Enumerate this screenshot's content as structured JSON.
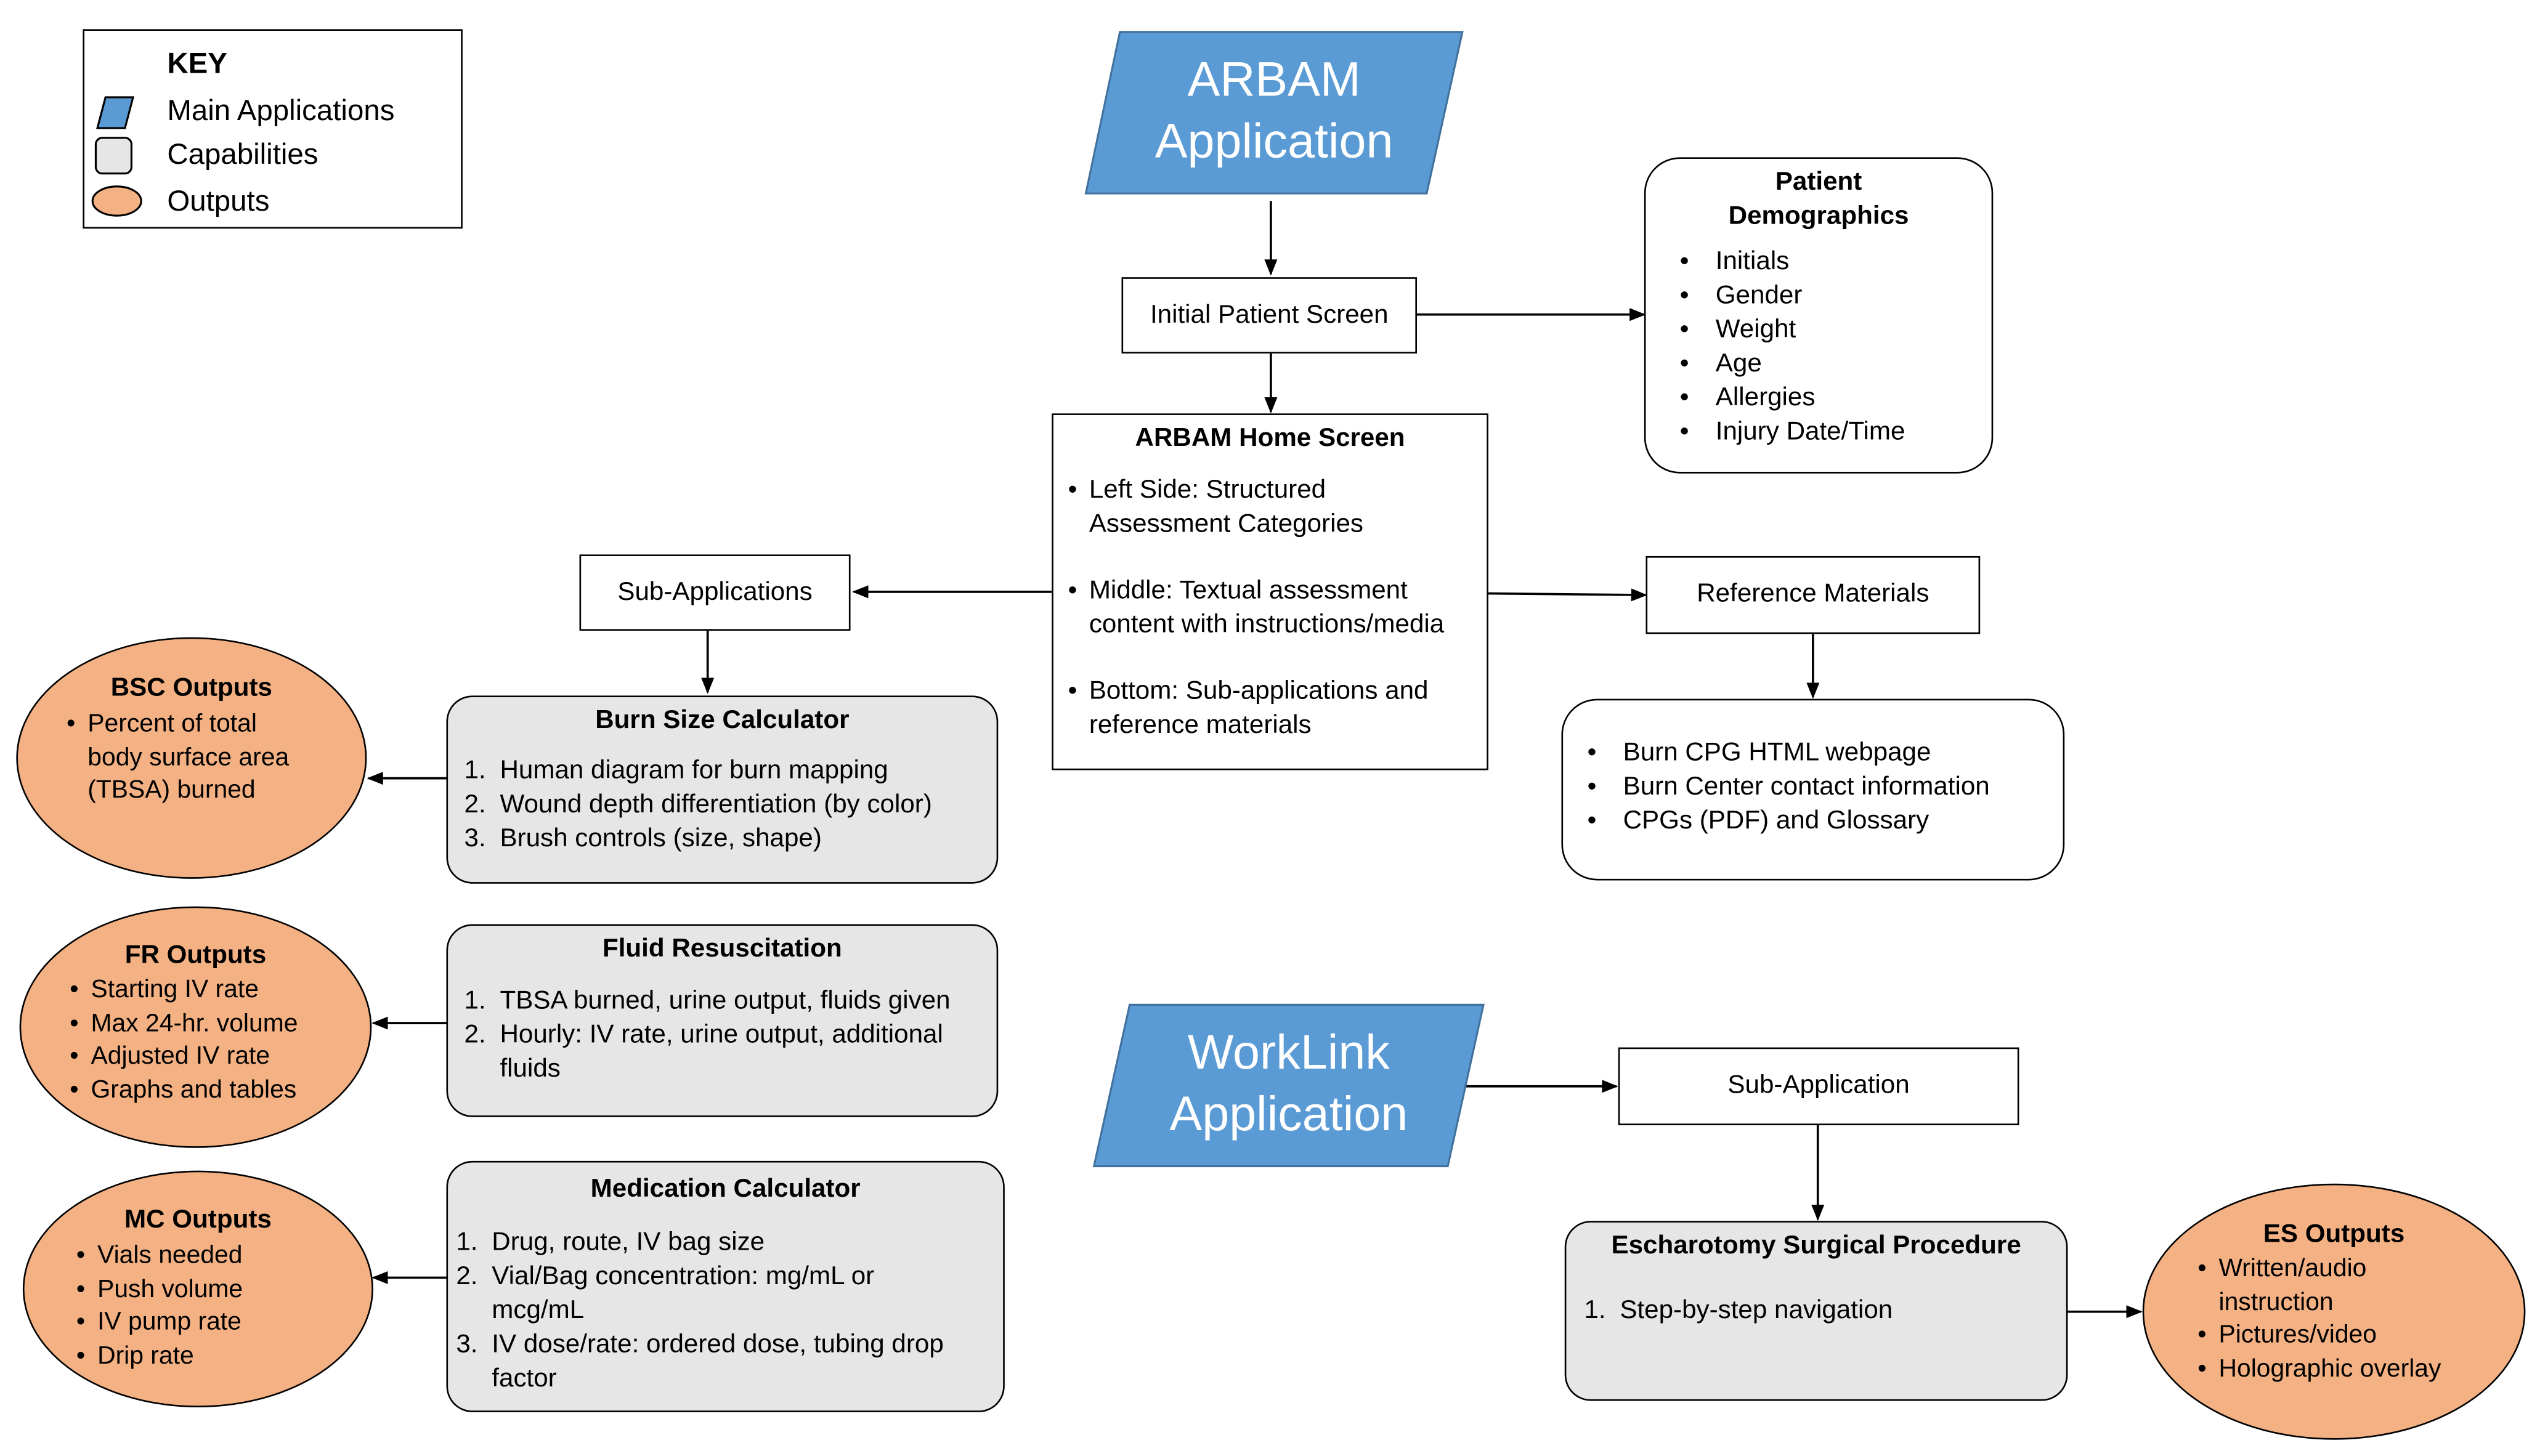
{
  "colors": {
    "main_app": "#5b9bd5",
    "capability": "#e7e6e6",
    "output": "#f4b183"
  },
  "key": {
    "title": "KEY",
    "items": [
      {
        "label": "Main Applications",
        "icon": "parallelogram-icon"
      },
      {
        "label": "Capabilities",
        "icon": "rounded-square-icon"
      },
      {
        "label": "Outputs",
        "icon": "ellipse-icon"
      }
    ]
  },
  "arbam_app": {
    "line1": "ARBAM",
    "line2": "Application"
  },
  "worklink_app": {
    "line1": "WorkLink",
    "line2": "Application"
  },
  "initial_screen": "Initial Patient Screen",
  "demographics": {
    "title": "Patient\nDemographics",
    "items": [
      "Initials",
      "Gender",
      "Weight",
      "Age",
      "Allergies",
      "Injury Date/Time"
    ]
  },
  "home_screen": {
    "title": "ARBAM Home Screen",
    "items": [
      "Left Side: Structured\nAssessment Categories",
      "Middle: Textual assessment\ncontent with instructions/media",
      "Bottom: Sub-applications and\nreference materials"
    ]
  },
  "sub_applications": "Sub-Applications",
  "reference_materials": {
    "title": "Reference Materials",
    "items": [
      "Burn CPG HTML webpage",
      "Burn Center contact information",
      "CPGs (PDF) and Glossary"
    ]
  },
  "burn_size": {
    "title": "Burn Size Calculator",
    "items": [
      "Human diagram for burn mapping",
      "Wound depth differentiation (by color)",
      "Brush controls (size, shape)"
    ]
  },
  "fluid": {
    "title": "Fluid Resuscitation",
    "items": [
      "TBSA burned, urine output, fluids given",
      "Hourly: IV rate, urine output, additional\nfluids"
    ]
  },
  "medication": {
    "title": "Medication Calculator",
    "items": [
      "Drug, route, IV bag size",
      "Vial/Bag concentration: mg/mL or\nmcg/mL",
      "IV dose/rate: ordered dose, tubing drop\nfactor"
    ]
  },
  "bsc_outputs": {
    "title": "BSC Outputs",
    "items": [
      "Percent of total\nbody surface area\n(TBSA) burned"
    ]
  },
  "fr_outputs": {
    "title": "FR Outputs",
    "items": [
      "Starting IV rate",
      "Max 24-hr. volume",
      "Adjusted IV rate",
      "Graphs and tables"
    ]
  },
  "mc_outputs": {
    "title": "MC Outputs",
    "items": [
      "Vials needed",
      "Push volume",
      "IV pump rate",
      "Drip rate"
    ]
  },
  "worklink_sub": "Sub-Application",
  "escharotomy": {
    "title": "Escharotomy  Surgical Procedure",
    "items": [
      "Step-by-step navigation"
    ]
  },
  "es_outputs": {
    "title": "ES Outputs",
    "items": [
      "Written/audio\ninstruction",
      "Pictures/video",
      "Holographic overlay"
    ]
  }
}
